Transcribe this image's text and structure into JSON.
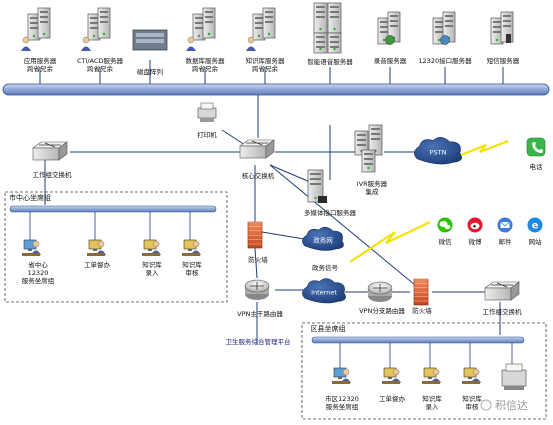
{
  "diagram": {
    "top_servers": [
      {
        "id": "app-server",
        "label_lines": [
          "应用服务器",
          "跨省兄余"
        ]
      },
      {
        "id": "cti-acd-server",
        "label_lines": [
          "CTI/ACD服务器",
          "跨省兄余"
        ]
      },
      {
        "id": "disk-array",
        "label_lines": [
          "磁盘阵列"
        ]
      },
      {
        "id": "db-server",
        "label_lines": [
          "数据库服务器",
          "跨省兄余"
        ]
      },
      {
        "id": "kb-server",
        "label_lines": [
          "知识库服务器",
          "跨省兄余"
        ]
      },
      {
        "id": "ivr-server",
        "label_lines": [
          "智能语音服务器"
        ]
      },
      {
        "id": "record-server",
        "label_lines": [
          "录音服务器"
        ]
      },
      {
        "id": "port-12320-server",
        "label_lines": [
          "12320接口服务器"
        ]
      },
      {
        "id": "sms-server",
        "label_lines": [
          "短信服务器"
        ]
      }
    ],
    "nodes": {
      "printer": "打印机",
      "core_switch": "核心交换机",
      "work_switch_left": "工作组交换机",
      "ivr_server": [
        "IVR服务器",
        "集成"
      ],
      "pstn": "PSTN",
      "phone": "电话",
      "multi_channel_server": "多媒体接口服务器",
      "firewall_left": "防火墙",
      "gov_network": "政务网",
      "gov_line": "政务信号",
      "internet": "Internet",
      "firewall_right": "防火墙",
      "vpn_main_router": "VPN主干路由器",
      "vpn_branch_router": "VPN分支路由器",
      "work_switch_right": "工作组交换机",
      "platform": "卫生服务综合管理平台"
    },
    "social": [
      {
        "id": "wechat",
        "label": "微信",
        "color": "#2dc100"
      },
      {
        "id": "weibo",
        "label": "微博",
        "color": "#e6162d"
      },
      {
        "id": "email",
        "label": "邮件",
        "color": "#3a7bd5"
      },
      {
        "id": "web",
        "label": "网站",
        "color": "#1e88e5"
      }
    ],
    "city_group": {
      "title": "市中心坐席组",
      "seats": [
        {
          "label_lines": [
            "省中心",
            "12320",
            "服务坐席组"
          ]
        },
        {
          "label_lines": [
            "工单督办"
          ]
        },
        {
          "label_lines": [
            "知识库",
            "录入"
          ]
        },
        {
          "label_lines": [
            "知识库",
            "审核"
          ]
        }
      ]
    },
    "county_group": {
      "title": "区县坐席组",
      "seats": [
        {
          "label_lines": [
            "市区12320",
            "服务坐席组"
          ]
        },
        {
          "label_lines": [
            "工单督办"
          ]
        },
        {
          "label_lines": [
            "知识库",
            "录入"
          ]
        },
        {
          "label_lines": [
            "知识库",
            "审核"
          ]
        }
      ]
    },
    "watermark": "积信达",
    "colors": {
      "bus": "#8fa8d8",
      "bus_edge": "#2f4f8f",
      "line": "#1f3d7a",
      "lightning": "#f5e300",
      "phone": "#39b54a"
    }
  }
}
